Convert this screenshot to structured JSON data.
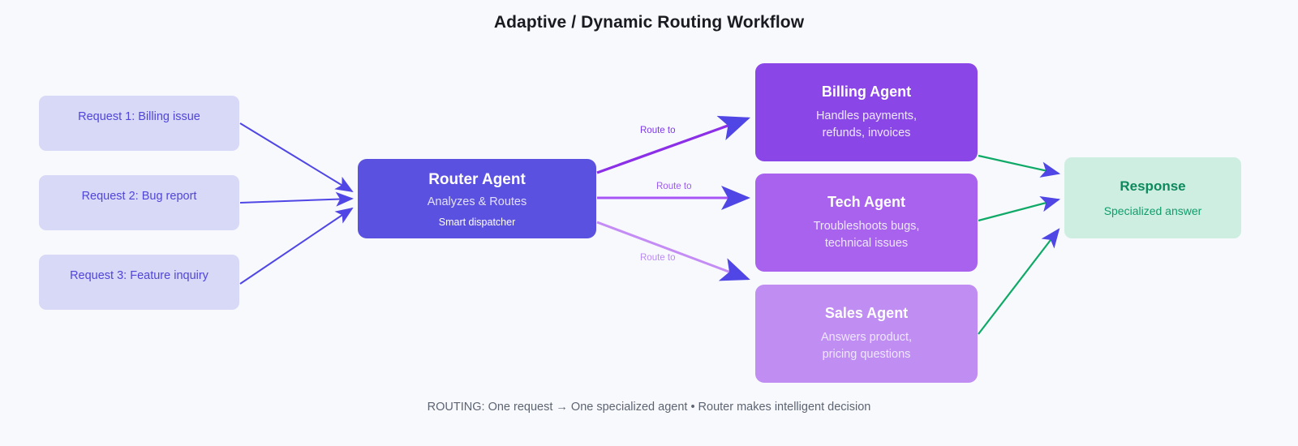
{
  "title": "Adaptive / Dynamic Routing Workflow",
  "footer": "ROUTING: One request → One specialized agent • Router makes intelligent decision",
  "requests": [
    {
      "label": "Request 1: Billing issue"
    },
    {
      "label": "Request 2: Bug report"
    },
    {
      "label": "Request 3: Feature inquiry"
    }
  ],
  "router": {
    "title": "Router Agent",
    "subtitle": "Analyzes & Routes",
    "note": "Smart dispatcher"
  },
  "agents": [
    {
      "title": "Billing Agent",
      "line1": "Handles payments,",
      "line2": "refunds, invoices",
      "color": "#8b46e8"
    },
    {
      "title": "Tech Agent",
      "line1": "Troubleshoots bugs,",
      "line2": "technical issues",
      "color": "#a862ee"
    },
    {
      "title": "Sales Agent",
      "line1": "Answers product,",
      "line2": "pricing questions",
      "color": "#c08df2"
    }
  ],
  "response": {
    "title": "Response",
    "subtitle": "Specialized answer",
    "color": "#cfeee2",
    "text_color": "#0f9d6a"
  },
  "edge_labels": {
    "to_billing": "Route to",
    "to_tech": "Route to",
    "to_sales": "Route to"
  },
  "colors": {
    "background": "#f8f9fc",
    "request_fill": "#d8d8f7",
    "request_text": "#5146d8",
    "router_fill": "#5b51e0",
    "input_edge": "#4f46e5",
    "route_edge_1": "#8b2fe8",
    "route_edge_2": "#a855f7",
    "route_edge_3": "#c48cf5",
    "output_edge": "#0fa968",
    "arrowhead": "#4f46e5",
    "title_text": "#1a1a21",
    "footer_text": "#5d6472"
  }
}
